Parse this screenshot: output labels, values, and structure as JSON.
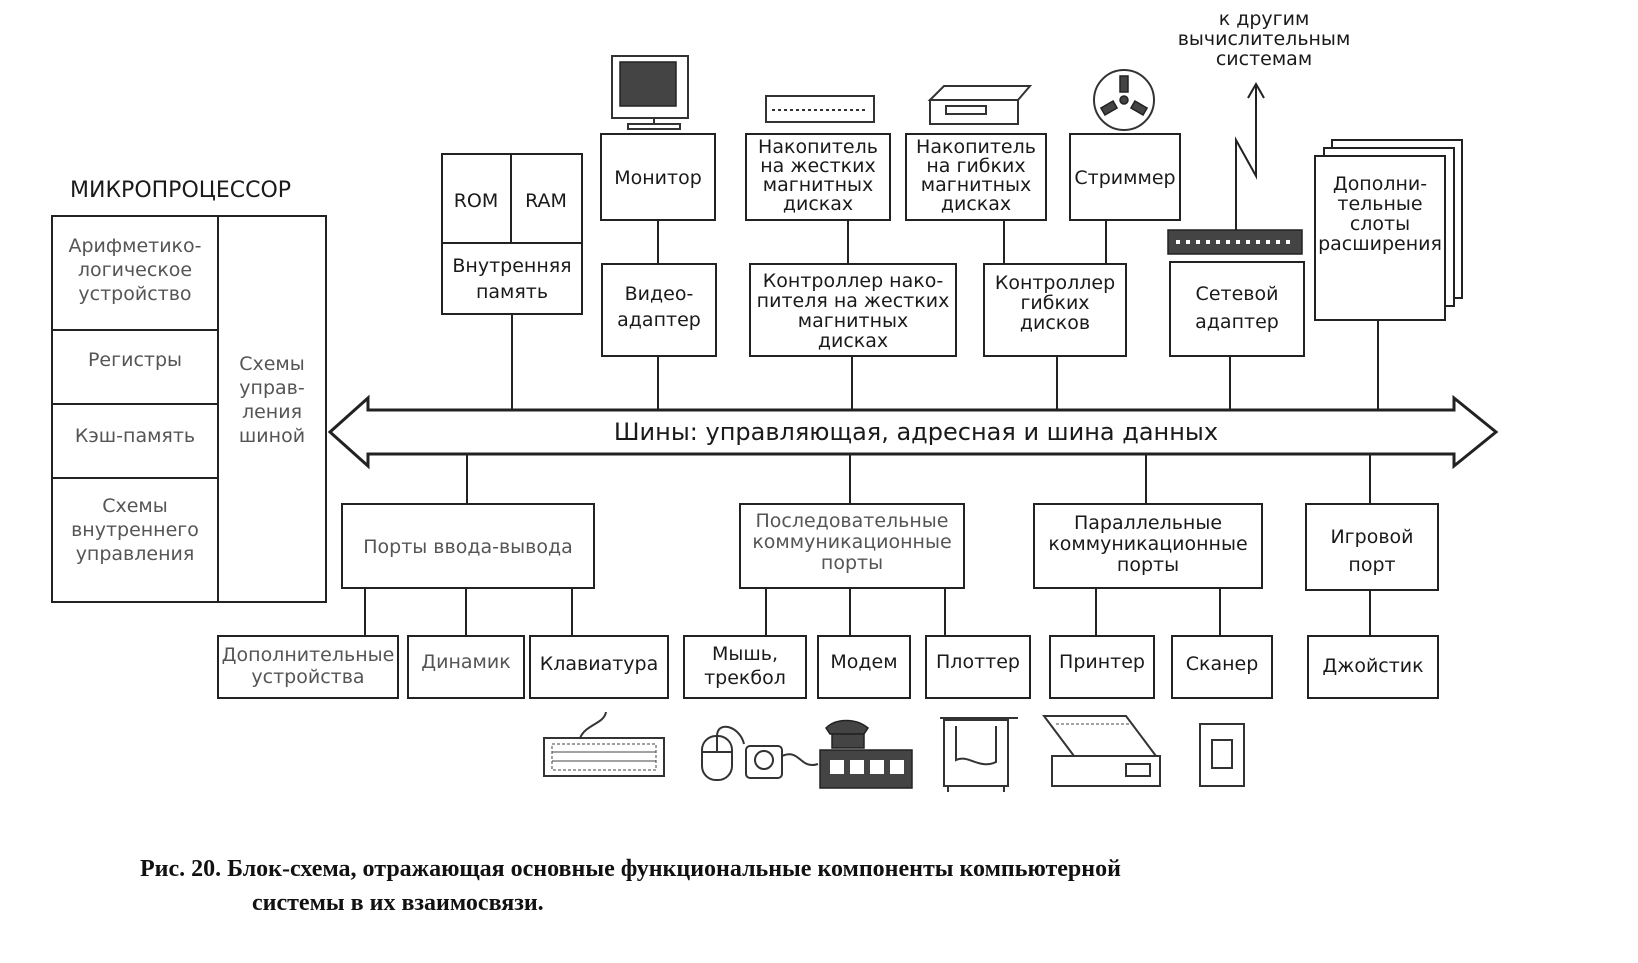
{
  "microprocessor": {
    "title": "МИКРОПРОЦЕССОР",
    "alu": [
      "Арифметико-",
      "логическое",
      "устройство"
    ],
    "registers": "Регистры",
    "cache": "Кэш-память",
    "internal_control": [
      "Схемы",
      "внутреннего",
      "управления"
    ],
    "bus_control": [
      "Схемы",
      "управ-",
      "ления",
      "шиной"
    ]
  },
  "memory": {
    "rom": "ROM",
    "ram": "RAM",
    "label": [
      "Внутренняя",
      "память"
    ]
  },
  "top_devices": {
    "monitor": "Монитор",
    "hdd": [
      "Накопитель",
      "на жестких",
      "магнитных",
      "дисках"
    ],
    "fdd": [
      "Накопитель",
      "на гибких",
      "магнитных",
      "дисках"
    ],
    "streamer": "Стриммер",
    "other_systems": [
      "к другим",
      "вычислительным",
      "системам"
    ],
    "expansion_slots": [
      "Дополни-",
      "тельные",
      "слоты",
      "расширения"
    ]
  },
  "controllers": {
    "video": [
      "Видео-",
      "адаптер"
    ],
    "hdd": [
      "Контроллер нако-",
      "пителя на жестких",
      "магнитных",
      "дисках"
    ],
    "fdd": [
      "Контроллер",
      "гибких",
      "дисков"
    ],
    "network": [
      "Сетевой",
      "адаптер"
    ]
  },
  "bus": {
    "label": "Шины: управляющая, адресная и шина данных"
  },
  "ports": {
    "io": "Порты ввода-вывода",
    "serial": [
      "Последовательные",
      "коммуникационные",
      "порты"
    ],
    "parallel": [
      "Параллельные",
      "коммуникационные",
      "порты"
    ],
    "game": [
      "Игровой",
      "порт"
    ]
  },
  "peripherals": {
    "extra": [
      "Дополнительные",
      "устройства"
    ],
    "speaker": "Динамик",
    "keyboard": "Клавиатура",
    "mouse": [
      "Мышь,",
      "трекбол"
    ],
    "modem": "Модем",
    "plotter": "Плоттер",
    "printer": "Принтер",
    "scanner": "Сканер",
    "joystick": "Джойстик"
  },
  "caption": {
    "line1": "Рис. 20. Блок-схема, отражающая основные функциональные компоненты компьютерной",
    "line2": "системы в их взаимосвязи."
  },
  "icons": [
    "monitor-icon",
    "hdd-icon",
    "floppy-drive-icon",
    "streamer-icon",
    "antenna-icon",
    "hub-icon",
    "keyboard-icon",
    "mouse-icon",
    "trackball-icon",
    "telephone-icon",
    "modem-icon",
    "plotter-icon",
    "printer-icon",
    "joystick-icon"
  ]
}
